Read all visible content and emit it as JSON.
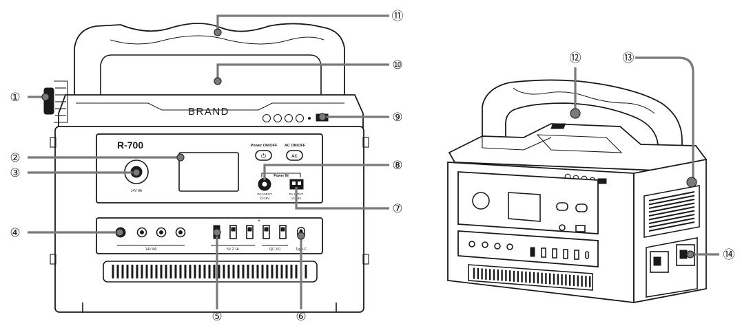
{
  "device": {
    "brand": "BRAND",
    "model": "R-700",
    "power_onoff_label": "Power ON/OFF",
    "ac_onoff_label": "AC ON/OFF",
    "ac_button_label": "AC",
    "power_in_label": "Power IN",
    "dc_12v_label": "14V 8A",
    "dc_input_label": "DC INPUT",
    "dc_input_range": "12-28V",
    "pv_input_label": "PV INPUT",
    "pv_input_range": "12-28V",
    "dc_outputs_label": "14V 8A",
    "usb_5v_label": "5V 2.1A",
    "qc_label": "QC 3.0",
    "typec_label": "Type-C"
  },
  "callouts": [
    "①",
    "②",
    "③",
    "④",
    "⑤",
    "⑥",
    "⑦",
    "⑧",
    "⑨",
    "⑩",
    "⑪",
    "⑫",
    "⑬",
    "⑭"
  ],
  "colors": {
    "leader": "#7a7a7a",
    "line": "#1a1a1a",
    "background": "#ffffff"
  }
}
